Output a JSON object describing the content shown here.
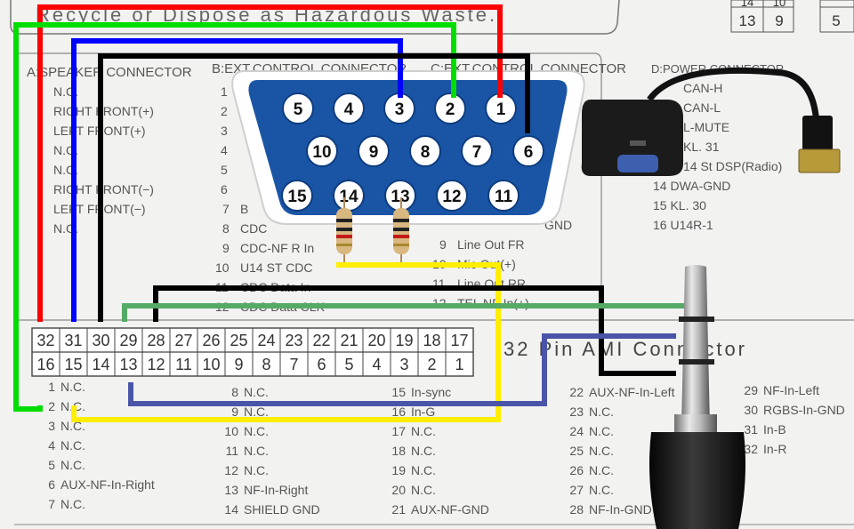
{
  "top_banner_text": "Recycle or Dispose as Hazardous Waste.",
  "top_right_table": {
    "cells": [
      "14",
      "10",
      "13",
      "9",
      "5"
    ]
  },
  "sections": {
    "a_title": "A:SPEAKER CONNECTOR",
    "b_title": "B:EXT.CONTROL CONNECTOR",
    "c_title": "C:EXT.CONTROL CONNECTOR",
    "d_title": "D:POWER CONNECTOR"
  },
  "speaker_list": [
    "N.C.",
    "RIGHT FRONT(+)",
    "LEFT FRONT(+)",
    "N.C.",
    "N.C.",
    "RIGHT FRONT(−)",
    "LEFT FRONT(−)",
    "N.C."
  ],
  "ext_b_numbers": [
    "1",
    "2",
    "3",
    "4",
    "5",
    "6",
    "7",
    "8",
    "9",
    "10",
    "11",
    "12"
  ],
  "ext_b_visible": [
    {
      "n": "7",
      "label": "B"
    },
    {
      "n": "8",
      "label": "CDC"
    },
    {
      "n": "9",
      "label": "CDC-NF R In"
    },
    {
      "n": "10",
      "label": "U14 ST CDC"
    },
    {
      "n": "11",
      "label": "CDC Data In"
    },
    {
      "n": "12",
      "label": "CDC Data CLK"
    }
  ],
  "ext_c_visible": [
    {
      "n": "",
      "label": "GND"
    },
    {
      "n": "9",
      "label": "Line Out FR"
    },
    {
      "n": "10",
      "label": "Mic Out(+)"
    },
    {
      "n": "11",
      "label": "Line Out RR"
    },
    {
      "n": "12",
      "label": "TEL NF In(+)"
    }
  ],
  "power_list": [
    "CAN-H",
    "CAN-L",
    "L-MUTE",
    "KL. 31",
    "14 St DSP(Radio)",
    "14  DWA-GND",
    "15  KL. 30",
    "16  U14R-1"
  ],
  "vga_pins": {
    "row1": [
      "5",
      "4",
      "3",
      "2",
      "1"
    ],
    "row2": [
      "10",
      "9",
      "8",
      "7",
      "6"
    ],
    "row3": [
      "15",
      "14",
      "13",
      "12",
      "11"
    ]
  },
  "pin_header": {
    "top": [
      "32",
      "31",
      "30",
      "29",
      "28",
      "27",
      "26",
      "25",
      "24",
      "23",
      "22",
      "21",
      "20",
      "19",
      "18",
      "17"
    ],
    "bottom": [
      "16",
      "15",
      "14",
      "13",
      "12",
      "11",
      "10",
      "9",
      "8",
      "7",
      "6",
      "5",
      "4",
      "3",
      "2",
      "1"
    ]
  },
  "connector_title": "32  Pin  AMI  Connector",
  "pin_list": {
    "col1": [
      {
        "n": "1",
        "label": "N.C."
      },
      {
        "n": "2",
        "label": "N.C."
      },
      {
        "n": "3",
        "label": "N.C."
      },
      {
        "n": "4",
        "label": "N.C."
      },
      {
        "n": "5",
        "label": "N.C."
      },
      {
        "n": "6",
        "label": "AUX-NF-In-Right"
      },
      {
        "n": "7",
        "label": "N.C."
      }
    ],
    "col2": [
      {
        "n": "8",
        "label": "N.C."
      },
      {
        "n": "9",
        "label": "N.C."
      },
      {
        "n": "10",
        "label": "N.C."
      },
      {
        "n": "11",
        "label": "N.C."
      },
      {
        "n": "12",
        "label": "N.C."
      },
      {
        "n": "13",
        "label": "NF-In-Right"
      },
      {
        "n": "14",
        "label": "SHIELD GND"
      }
    ],
    "col3": [
      {
        "n": "15",
        "label": "In-sync"
      },
      {
        "n": "16",
        "label": "In-G"
      },
      {
        "n": "17",
        "label": "N.C."
      },
      {
        "n": "18",
        "label": "N.C."
      },
      {
        "n": "19",
        "label": "N.C."
      },
      {
        "n": "20",
        "label": "N.C."
      },
      {
        "n": "21",
        "label": "AUX-NF-GND"
      }
    ],
    "col4": [
      {
        "n": "22",
        "label": "AUX-NF-In-Left"
      },
      {
        "n": "23",
        "label": "N.C."
      },
      {
        "n": "24",
        "label": "N.C."
      },
      {
        "n": "25",
        "label": "N.C."
      },
      {
        "n": "26",
        "label": "N.C."
      },
      {
        "n": "27",
        "label": "N.C."
      },
      {
        "n": "28",
        "label": "NF-In-GND"
      }
    ],
    "col5": [
      {
        "n": "29",
        "label": "NF-In-Left"
      },
      {
        "n": "30",
        "label": "RGBS-In-GND"
      },
      {
        "n": "31",
        "label": "In-B"
      },
      {
        "n": "32",
        "label": "In-R"
      }
    ]
  },
  "wire_colors": {
    "red": "#ff0000",
    "green": "#00dd00",
    "blue": "#0000ff",
    "black": "#000000",
    "yellow": "#ffee00",
    "sage": "#55aa66",
    "slate": "#4a55a8"
  }
}
